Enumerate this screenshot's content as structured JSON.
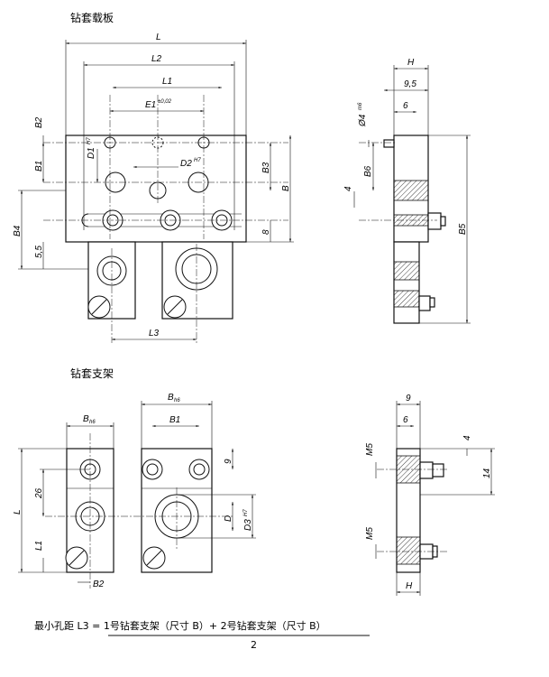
{
  "titles": {
    "plate": "钻套载板",
    "support": "钻套支架"
  },
  "plate_front_dims": {
    "L": "L",
    "L2": "L2",
    "L1": "L1",
    "E1": "E1",
    "E1_tol": "±0,02",
    "B2": "B2",
    "B1": "B1",
    "D1": "D1",
    "D1_fit": "H7",
    "D2": "D2",
    "D2_fit": "H7",
    "B3": "B3",
    "B": "B",
    "B4": "B4",
    "v55": "5,5",
    "v8": "8",
    "L3": "L3"
  },
  "plate_side_dims": {
    "H": "H",
    "v95": "9,5",
    "v6": "6",
    "phi4": "Ø4",
    "phi4_fit": "m6",
    "B6": "B6",
    "v4": "4",
    "B5": "B5"
  },
  "support_front_dims": {
    "Bh6_left": "B",
    "Bh6_left_fit": "h6",
    "Bh6_right": "B",
    "Bh6_right_fit": "h6",
    "B1": "B1",
    "L": "L",
    "v26": "26",
    "L1": "L1",
    "B2": "B2",
    "v9": "9",
    "D": "D",
    "D3": "D3",
    "D3_fit": "H7"
  },
  "support_side_dims": {
    "v9": "9",
    "v6": "6",
    "M5_top": "M5",
    "v4": "4",
    "v14": "14",
    "M5_bot": "M5",
    "H": "H"
  },
  "formula": {
    "numerator": "最小孔距 L3 = 1号钻套支架（尺寸 B）+ 2号钻套支架（尺寸 B）",
    "denominator": "2"
  }
}
